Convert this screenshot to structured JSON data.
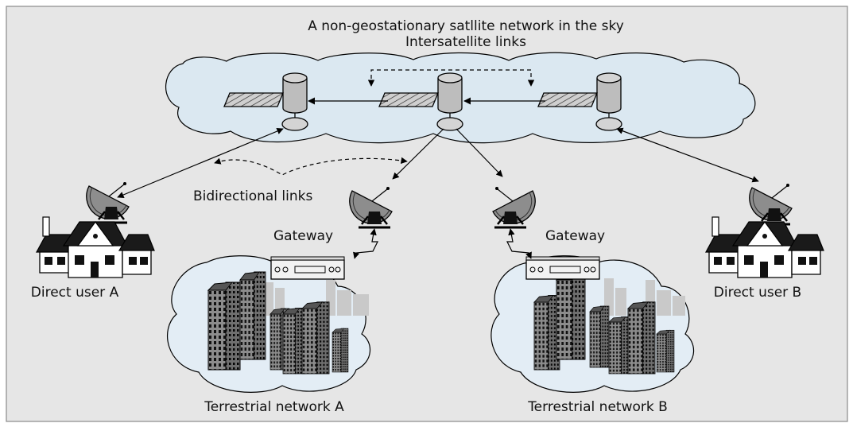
{
  "title": "A non-geostationary satllite network in the sky",
  "intersatellite_label": "Intersatellite links",
  "bidirectional_label": "Bidirectional links",
  "gateway_a_label": "Gateway",
  "gateway_b_label": "Gateway",
  "direct_user_a_label": "Direct user A",
  "direct_user_b_label": "Direct user B",
  "terrestrial_a_label": "Terrestrial network A",
  "terrestrial_b_label": "Terrestrial network B",
  "colors": {
    "background": "#e6e6e6",
    "sky_cloud": "#dbe8f1",
    "ground_cloud": "#e3edf5",
    "building_fill": "#8c8c8c",
    "skyline_faded": "#c9c9c9",
    "line": "#000000"
  }
}
